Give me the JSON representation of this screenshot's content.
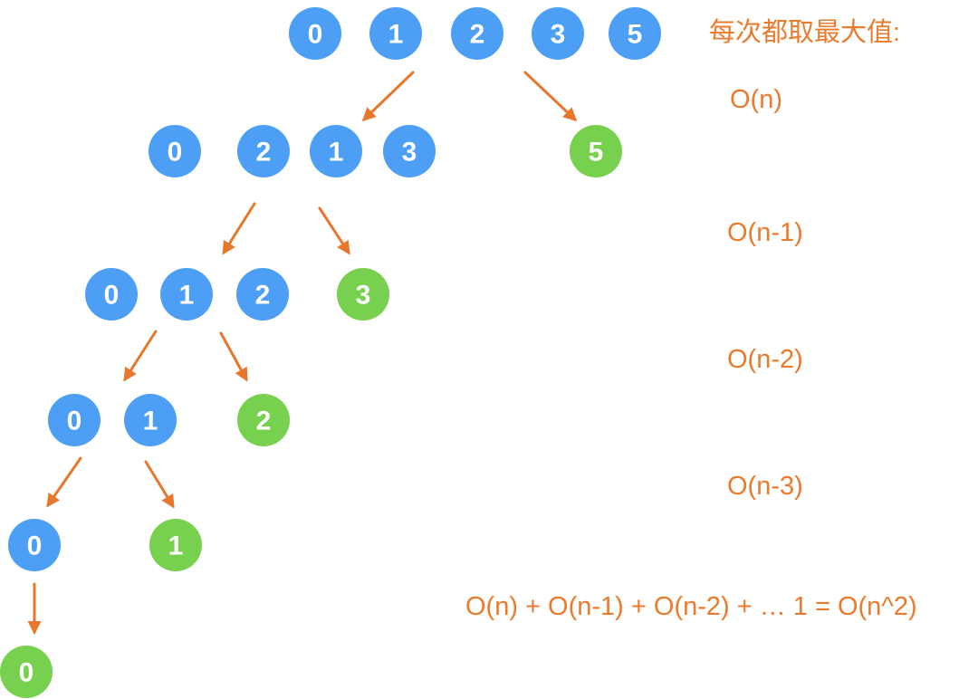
{
  "colors": {
    "unsorted": "#4d9ff5",
    "max": "#78d04f",
    "arrow": "#e6772c",
    "text": "#ea7b2c"
  },
  "annotations": {
    "heading": "每次都取最大值:",
    "step1": "O(n)",
    "step2": "O(n-1)",
    "step3": "O(n-2)",
    "step4": "O(n-3)",
    "total": "O(n) + O(n-1) + O(n-2) + … 1 = O(n^2)"
  },
  "levels": [
    {
      "nodes": [
        {
          "label": "0",
          "kind": "unsorted"
        },
        {
          "label": "1",
          "kind": "unsorted"
        },
        {
          "label": "2",
          "kind": "unsorted"
        },
        {
          "label": "3",
          "kind": "unsorted"
        },
        {
          "label": "5",
          "kind": "unsorted"
        }
      ]
    },
    {
      "nodes": [
        {
          "label": "0",
          "kind": "unsorted"
        },
        {
          "label": "2",
          "kind": "unsorted"
        },
        {
          "label": "1",
          "kind": "unsorted"
        },
        {
          "label": "3",
          "kind": "unsorted"
        },
        {
          "label": "5",
          "kind": "max"
        }
      ]
    },
    {
      "nodes": [
        {
          "label": "0",
          "kind": "unsorted"
        },
        {
          "label": "1",
          "kind": "unsorted"
        },
        {
          "label": "2",
          "kind": "unsorted"
        },
        {
          "label": "3",
          "kind": "max"
        }
      ]
    },
    {
      "nodes": [
        {
          "label": "0",
          "kind": "unsorted"
        },
        {
          "label": "1",
          "kind": "unsorted"
        },
        {
          "label": "2",
          "kind": "max"
        }
      ]
    },
    {
      "nodes": [
        {
          "label": "0",
          "kind": "unsorted"
        },
        {
          "label": "1",
          "kind": "max"
        }
      ]
    },
    {
      "nodes": [
        {
          "label": "0",
          "kind": "max"
        }
      ]
    }
  ]
}
